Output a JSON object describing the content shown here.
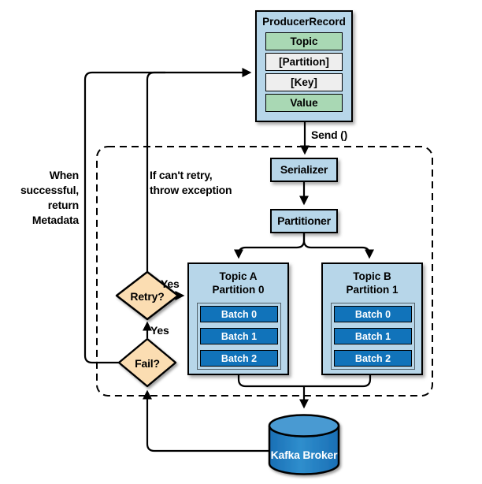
{
  "producer_record": {
    "title": "ProducerRecord",
    "fields": [
      {
        "label": "Topic",
        "style": "green"
      },
      {
        "label": "[Partition]",
        "style": "gray"
      },
      {
        "label": "[Key]",
        "style": "gray"
      },
      {
        "label": "Value",
        "style": "green"
      }
    ]
  },
  "flow": {
    "send_label": "Send ()",
    "serializer": "Serializer",
    "partitioner": "Partitioner"
  },
  "decisions": {
    "retry": "Retry?",
    "fail": "Fail?",
    "retry_yes": "Yes",
    "fail_yes": "Yes"
  },
  "annotations": {
    "success_line1": "When successful,",
    "success_line2": "return Metadata",
    "no_retry_line1": "If can't retry,",
    "no_retry_line2": "throw exception"
  },
  "topics": [
    {
      "name": "Topic A",
      "partition": "Partition 0",
      "batches": [
        "Batch 0",
        "Batch 1",
        "Batch 2"
      ]
    },
    {
      "name": "Topic B",
      "partition": "Partition 1",
      "batches": [
        "Batch 0",
        "Batch 1",
        "Batch 2"
      ]
    }
  ],
  "broker": {
    "label": "Kafka Broker"
  },
  "colors": {
    "box_blue": "#b7d6e9",
    "field_green": "#a9d8b4",
    "field_gray": "#eeeeee",
    "batch_blue": "#1173ba",
    "diamond_peach": "#fbddb2",
    "cylinder_body": "#1a6fb5",
    "cylinder_top": "#4a9ad2",
    "line_black": "#000000"
  }
}
